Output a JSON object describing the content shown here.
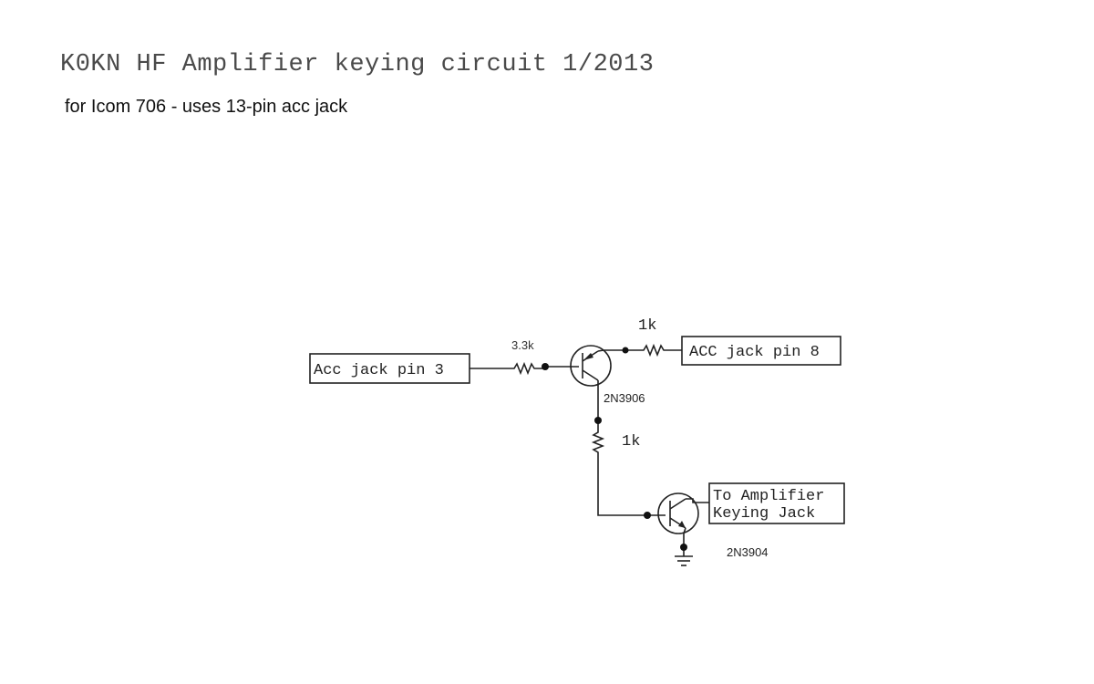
{
  "title": "K0KN HF Amplifier keying circuit 1/2013",
  "subtitle": "for Icom 706 - uses 13-pin acc jack",
  "components": {
    "input_box": "Acc jack pin 3",
    "output_box": "ACC jack pin 8",
    "amp_box_line1": "To Amplifier",
    "amp_box_line2": "Keying Jack",
    "r_base": "3.3k",
    "r_top": "1k",
    "r_mid": "1k",
    "q_pnp": "2N3906",
    "q_npn": "2N3904"
  }
}
